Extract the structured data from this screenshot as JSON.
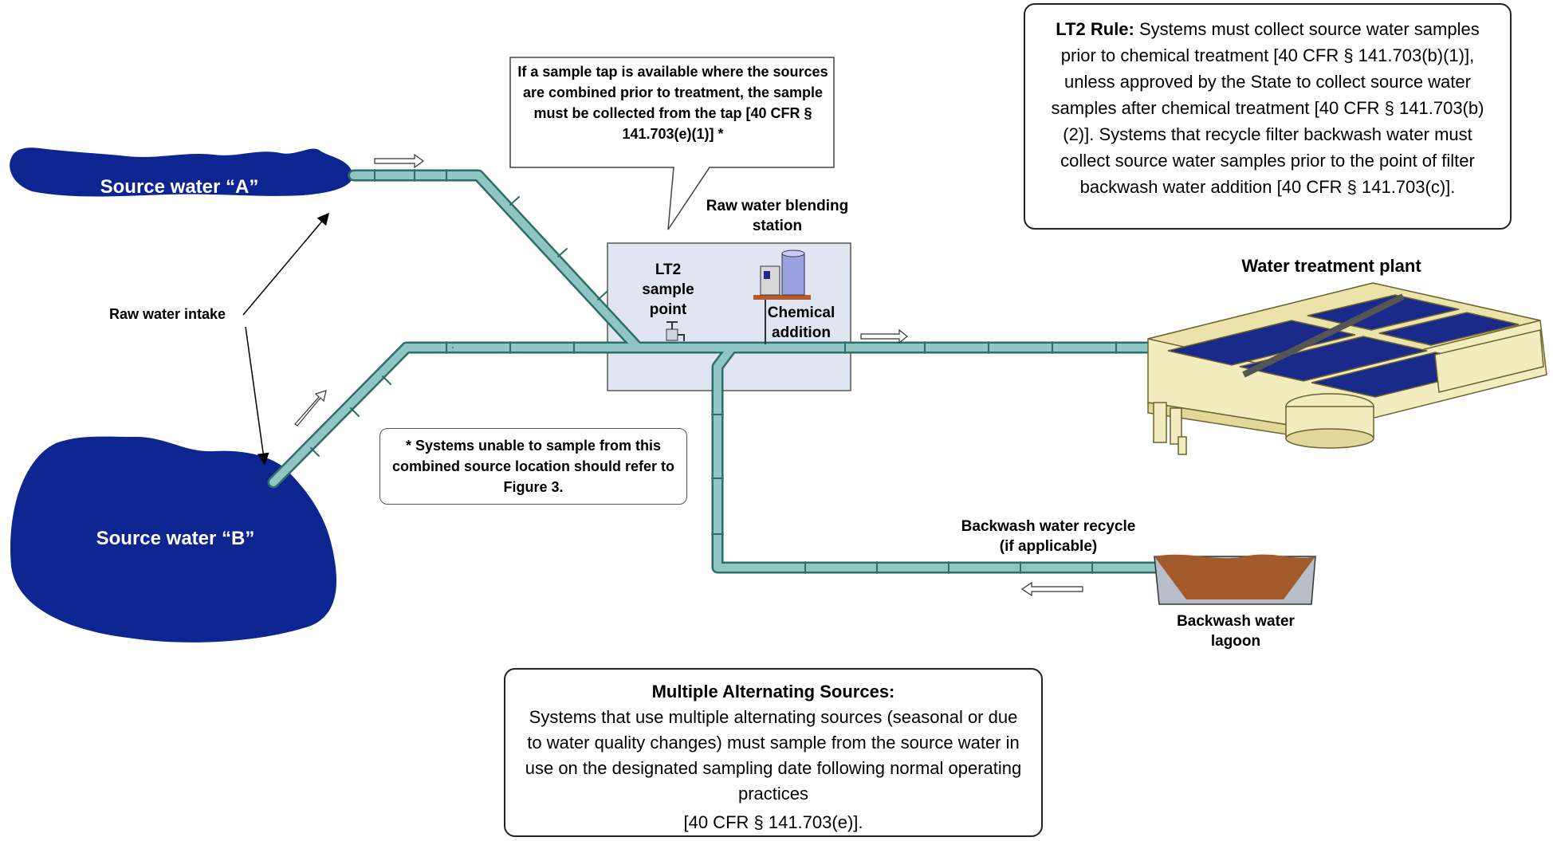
{
  "labels": {
    "source_a": "Source water “A”",
    "source_b": "Source water “B”",
    "raw_intake": "Raw water intake",
    "blending_station": "Raw water blending station",
    "lt2_sample_point": "LT2 sample point",
    "chemical_addition": "Chemical addition",
    "treatment_plant": "Water treatment plant",
    "backwash_recycle": "Backwash water recycle (if applicable)",
    "backwash_lagoon": "Backwash water lagoon"
  },
  "callouts": {
    "sample_tap": "If a sample tap is available where the sources are combined prior to treatment, the sample must be collected from the tap [40 CFR § 141.703(e)(1)] *",
    "footnote": "* Systems unable to sample from this combined source location should refer to Figure 3.",
    "lt2_rule_title": "LT2 Rule:",
    "lt2_rule_body": "Systems must collect source water samples prior to chemical treatment [40 CFR § 141.703(b)(1)], unless approved by the State to collect source water samples after chemical treatment [40 CFR § 141.703(b)(2)]. Systems that recycle filter backwash water must collect source water samples prior to the point of filter backwash water addition [40 CFR § 141.703(c)].",
    "alt_title": "Multiple Alternating Sources:",
    "alt_body": "Systems that use multiple alternating sources (seasonal or due to water quality changes) must sample from the source water in use on the designated sampling date following normal operating practices",
    "alt_cite": "[40 CFR § 141.703(e)]."
  },
  "colors": {
    "source_water": "#0d2590",
    "pipe": "#8fc6c4",
    "pipe_edge": "#2e6e6a",
    "station_fill": "#dfe6f2",
    "plant_wall": "#f2ecbf",
    "plant_panel": "#1a2a8a",
    "lagoon_water": "#a25a2a"
  }
}
